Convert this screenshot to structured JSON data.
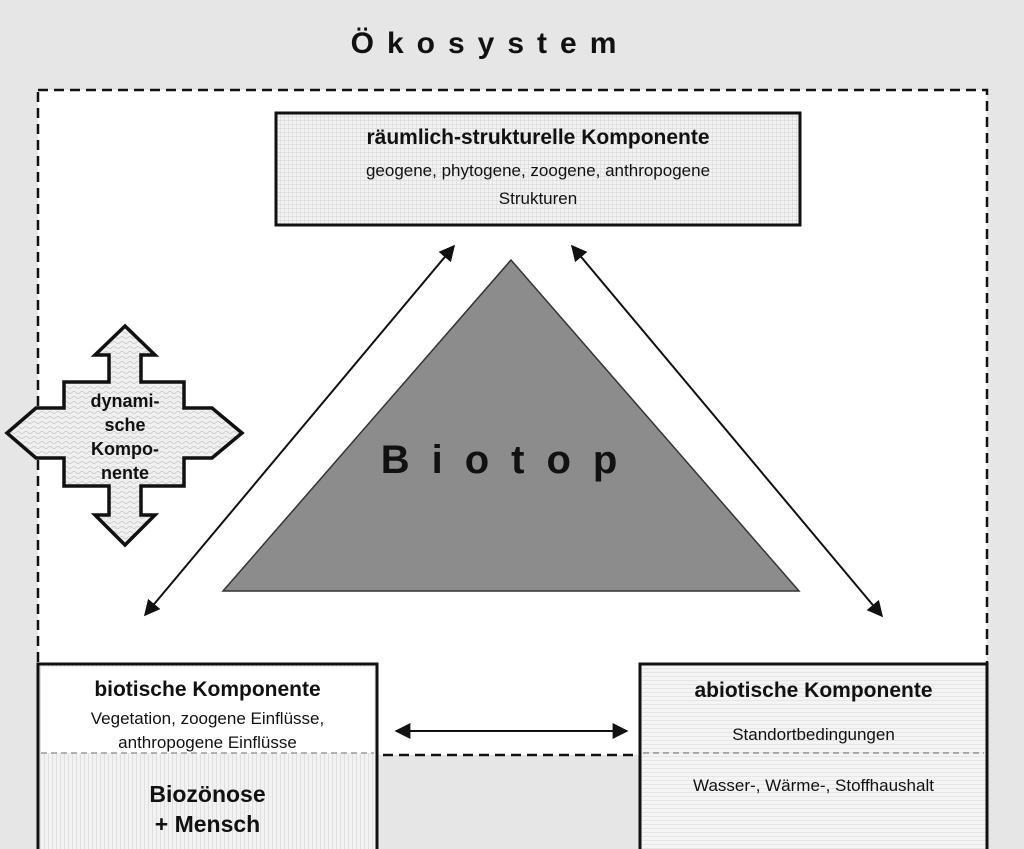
{
  "title": "Ökosystem",
  "center_label": "Biotop",
  "spatial": {
    "heading": "räumlich-strukturelle Komponente",
    "line1": "geogene, phytogene, zoogene, anthropogene",
    "line2": "Strukturen"
  },
  "dynamic": {
    "line1": "dynami-",
    "line2": "sche",
    "line3": "Kompo-",
    "line4": "nente"
  },
  "biotic": {
    "heading": "biotische Komponente",
    "line1": "Vegetation, zoogene Einflüsse,",
    "line2": "anthropogene Einflüsse",
    "lower1": "Biozönose",
    "lower2": "+ Mensch"
  },
  "abiotic": {
    "heading": "abiotische Komponente",
    "line1": "Standortbedingungen",
    "lower": "Wasser-, Wärme-, Stoffhaushalt"
  },
  "colors": {
    "background": "#e6e6e6",
    "panel": "#ffffff",
    "triangle": "#8c8c8c",
    "box_fill": "#ececec",
    "outline": "#111111"
  }
}
